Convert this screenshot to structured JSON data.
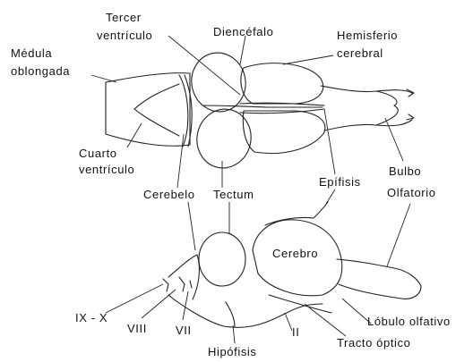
{
  "diagram": {
    "top_view": {
      "labels": {
        "tercer_ventriculo_line1": "Tercer",
        "tercer_ventriculo_line2": "ventrículo",
        "diencefalo": "Diencéfalo",
        "hemisferio_line1": "Hemisferio",
        "hemisferio_line2": "cerebral",
        "medula_line1": "Médula",
        "medula_line2": "oblongada",
        "cuarto_line1": "Cuarto",
        "cuarto_line2": "ventrículo",
        "cerebelo": "Cerebelo",
        "tectum": "Tectum",
        "epifisis": "Epífisis",
        "bulbo_line1": "Bulbo",
        "bulbo_line2": "Olfatorio"
      }
    },
    "side_view": {
      "labels": {
        "cerebro": "Cerebro",
        "ix_x": "IX - X",
        "viii": "VIII",
        "vii": "VII",
        "hipofisis": "Hipófisis",
        "ii": "II",
        "tracto_optico": "Tracto óptico",
        "lobulo_olfativo": "Lóbulo olfativo"
      }
    }
  }
}
